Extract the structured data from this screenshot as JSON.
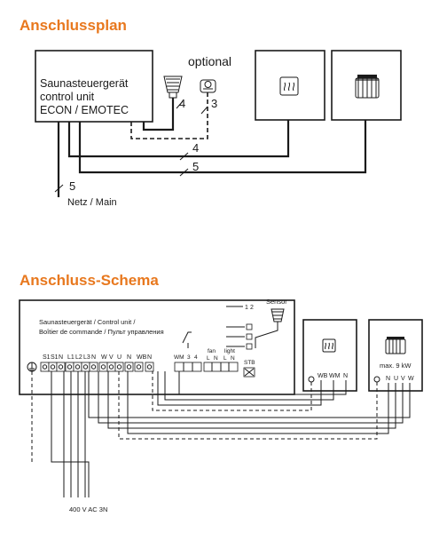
{
  "colors": {
    "heading": "#e8781e",
    "line": "#1a1a1a"
  },
  "section1": {
    "title": "Anschlussplan",
    "optional_label": "optional",
    "controller_lines": [
      "Saunasteuergerät",
      "control unit",
      "ECON / EMOTEC"
    ],
    "wire_labels": {
      "temp_sensor": "4",
      "optional_sensor": "3",
      "cable_mid": "4",
      "cable_long": "5",
      "mains": "5"
    },
    "mains_label": "Netz / Main",
    "icons": [
      "temperature-sensor-icon",
      "optional-sensor-icon",
      "heating-element-icon",
      "sauna-heater-icon"
    ]
  },
  "section2": {
    "title": "Anschluss-Schema",
    "sensor_label": "Sensor",
    "controller_lines": [
      "Saunasteuergerät / Control unit /",
      "Boîtier de commande / Пульт управления"
    ],
    "controller_io_numbers": [
      "1",
      "2"
    ],
    "mains_terminals": [
      "S1",
      "S1",
      "N",
      "L1",
      "L2",
      "L3",
      "N",
      "W",
      "V",
      "U",
      "N",
      "WB",
      "N"
    ],
    "wm_terminals": [
      "WM",
      "3",
      "4"
    ],
    "fan_light": {
      "fan": "fan",
      "light": "light",
      "terminals": [
        "L",
        "N",
        "L",
        "N"
      ]
    },
    "stb_label": "STB",
    "wb_box_terminals": [
      "WB",
      "WM",
      "N"
    ],
    "heater_box_label": "max. 9 kW",
    "heater_box_terminals": [
      "N",
      "U",
      "V",
      "W"
    ],
    "supply_label": "400 V AC 3N"
  }
}
